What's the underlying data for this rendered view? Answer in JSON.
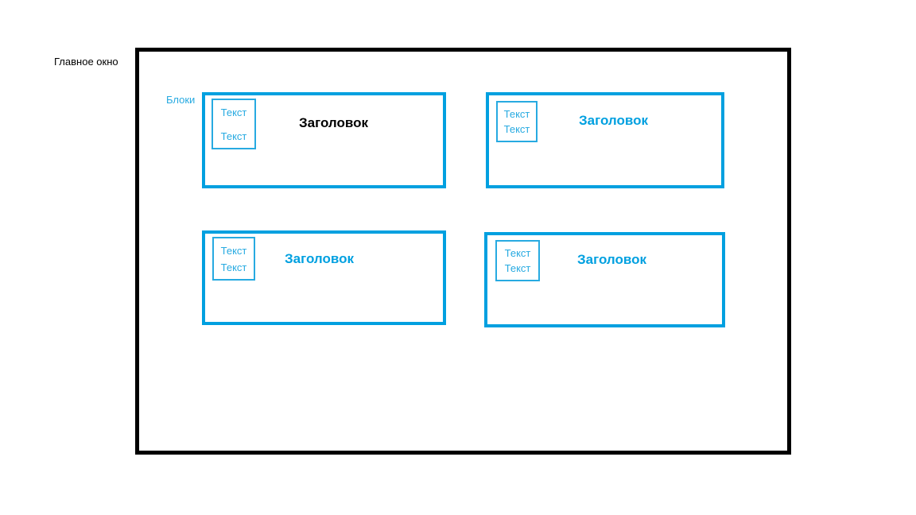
{
  "colors": {
    "frame": "#000000",
    "accent": "#00A0E0",
    "accent_light": "#27AAE1",
    "background": "#ffffff",
    "title_dark": "#000000"
  },
  "annotations": {
    "window_label": "Главное окно",
    "blocks_label": "Блоки"
  },
  "main_window": {
    "label": "Главное окно"
  },
  "blocks": [
    {
      "id": "block-1",
      "title": "Заголовок",
      "title_color": "#000000",
      "textbox": {
        "lines": [
          "Текст",
          "Текст"
        ]
      }
    },
    {
      "id": "block-2",
      "title": "Заголовок",
      "title_color": "#00A0E0",
      "textbox": {
        "lines": [
          "Текст",
          "Текст"
        ]
      }
    },
    {
      "id": "block-3",
      "title": "Заголовок",
      "title_color": "#00A0E0",
      "textbox": {
        "lines": [
          "Текст",
          "Текст"
        ]
      }
    },
    {
      "id": "block-4",
      "title": "Заголовок",
      "title_color": "#00A0E0",
      "textbox": {
        "lines": [
          "Текст",
          "Текст"
        ]
      }
    }
  ]
}
